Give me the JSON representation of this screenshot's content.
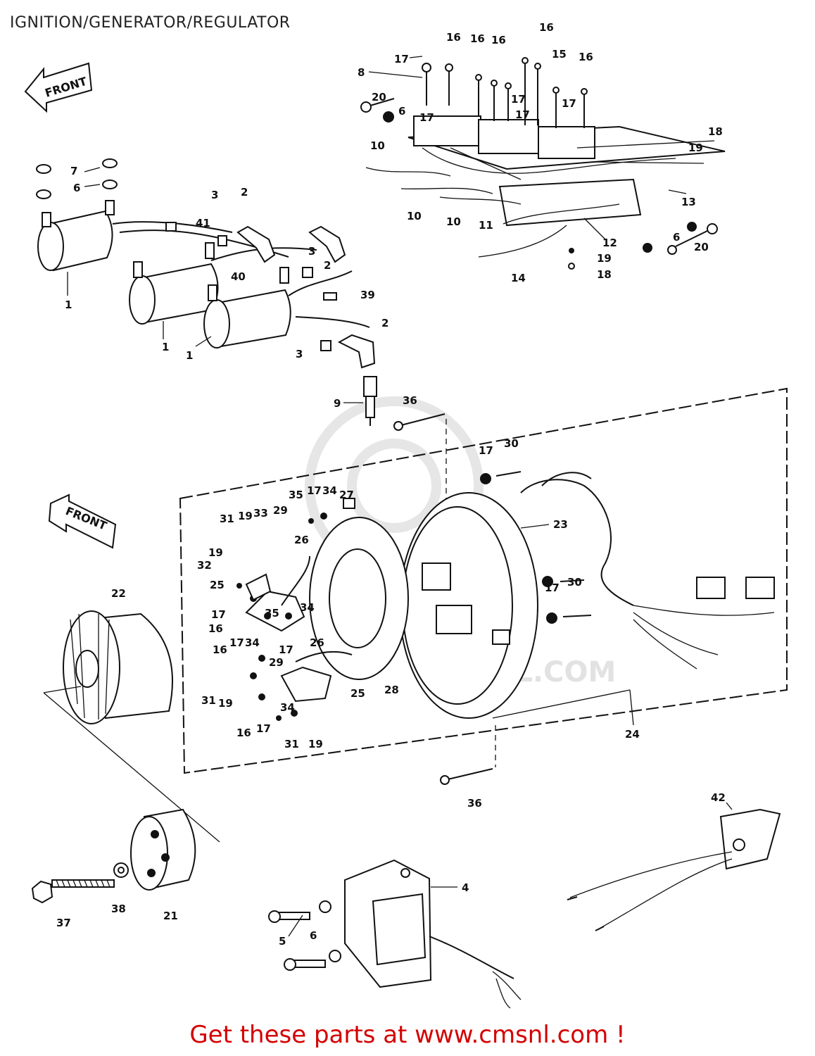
{
  "title": "IGNITION/GENERATOR/REGULATOR",
  "front_label": "FRONT",
  "watermark": "CMSNL.COM",
  "footer_link": "Get these parts at www.cmsnl.com !",
  "callouts": {
    "c8": "8",
    "c17a": "17",
    "c16a": "16",
    "c16b": "16",
    "c16c": "16",
    "c16d": "16",
    "c15": "15",
    "c16e": "16",
    "c20a": "20",
    "c6a": "6",
    "c17b": "17",
    "c17c": "17",
    "c17d": "17",
    "c17e": "17",
    "c18a": "18",
    "c19a": "19",
    "c10a": "10",
    "c10b": "10",
    "c10c": "10",
    "c13": "13",
    "c11": "11",
    "c12": "12",
    "c6b": "6",
    "c20b": "20",
    "c19b": "19",
    "c18b": "18",
    "c14": "14",
    "c7": "7",
    "c6c": "6",
    "c3a": "3",
    "c2a": "2",
    "c41": "41",
    "c3b": "3",
    "c2b": "2",
    "c40": "40",
    "c1a": "1",
    "c1b": "1",
    "c1c": "1",
    "c39": "39",
    "c2c": "2",
    "c3c": "3",
    "c9": "9",
    "c36a": "36",
    "c17f": "17",
    "c30a": "30",
    "c23": "23",
    "c17g": "17",
    "c30b": "30",
    "c35a": "35",
    "c17h": "17",
    "c34a": "34",
    "c27": "27",
    "c31a": "31",
    "c19c": "19",
    "c33": "33",
    "c29a": "29",
    "c26a": "26",
    "c19d": "19",
    "c32": "32",
    "c25a": "25",
    "c17i": "17",
    "c35b": "35",
    "c34b": "34",
    "c16f": "16",
    "c16g": "16",
    "c17j": "17",
    "c34c": "34",
    "c29b": "29",
    "c17k": "17",
    "c26b": "26",
    "c31b": "31",
    "c19e": "19",
    "c25b": "25",
    "c28": "28",
    "c34d": "34",
    "c16h": "16",
    "c17l": "17",
    "c31c": "31",
    "c19f": "19",
    "c24": "24",
    "c22": "22",
    "c36b": "36",
    "c42": "42",
    "c37": "37",
    "c38": "38",
    "c21": "21",
    "c4": "4",
    "c5": "5",
    "c6d": "6"
  }
}
